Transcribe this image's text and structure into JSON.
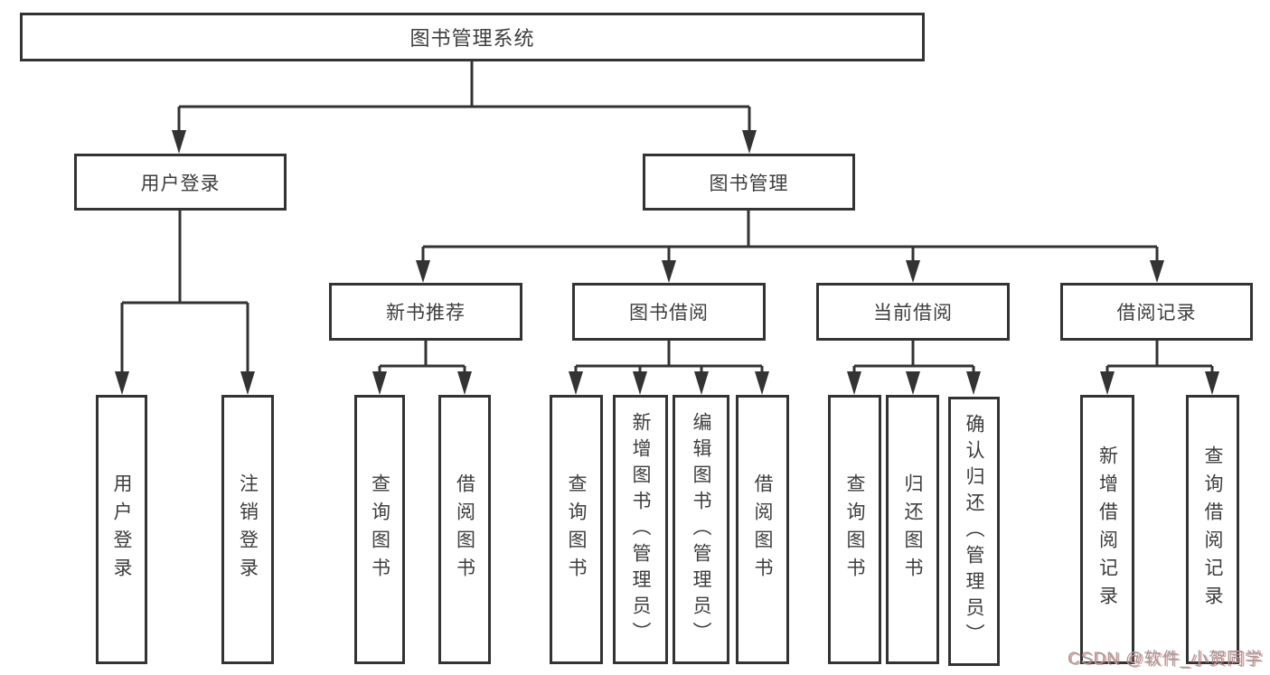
{
  "tree": {
    "root": {
      "label": "图书管理系统"
    },
    "branches": [
      {
        "label": "用户登录",
        "children": [
          {
            "label": "用户登录"
          },
          {
            "label": "注销登录"
          }
        ]
      },
      {
        "label": "图书管理",
        "children": [
          {
            "label": "新书推荐",
            "children": [
              {
                "label": "查询图书"
              },
              {
                "label": "借阅图书"
              }
            ]
          },
          {
            "label": "图书借阅",
            "children": [
              {
                "label": "查询图书"
              },
              {
                "label": "新增图书（管理员）"
              },
              {
                "label": "编辑图书（管理员）"
              },
              {
                "label": "借阅图书"
              }
            ]
          },
          {
            "label": "当前借阅",
            "children": [
              {
                "label": "查询图书"
              },
              {
                "label": "归还图书"
              },
              {
                "label": "确认归还（管理员）"
              }
            ]
          },
          {
            "label": "借阅记录",
            "children": [
              {
                "label": "新增借阅记录"
              },
              {
                "label": "查询借阅记录"
              }
            ]
          }
        ]
      }
    ]
  },
  "line_color": "#333333",
  "watermark": "CSDN @软件_小贺同学"
}
